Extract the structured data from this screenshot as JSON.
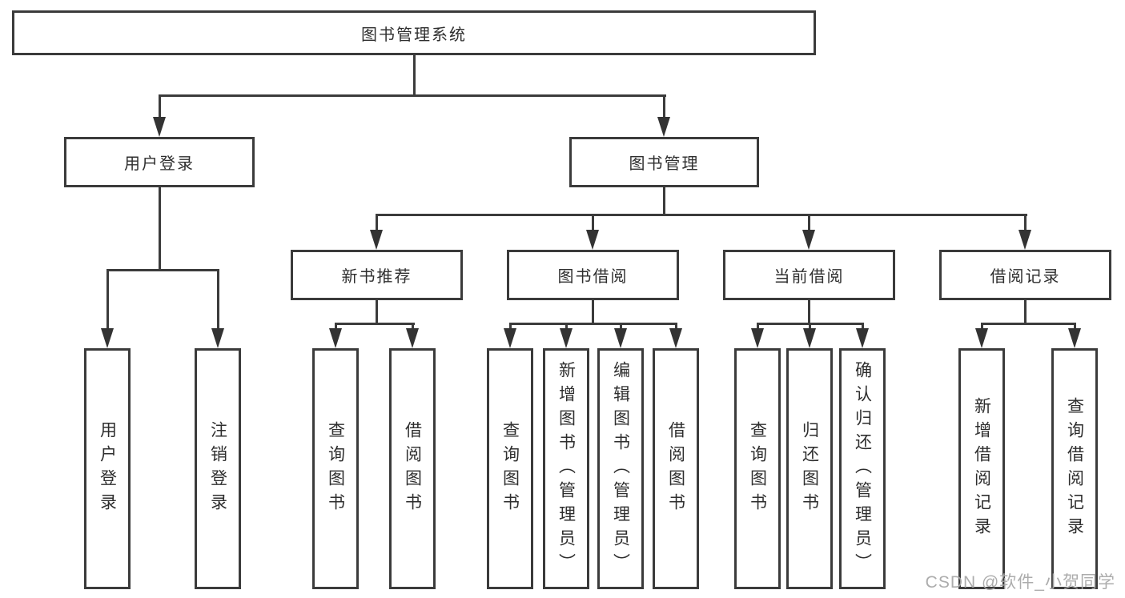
{
  "tree": {
    "label": "图书管理系统",
    "children": [
      {
        "label": "用户登录",
        "children": [
          {
            "label": "用户登录"
          },
          {
            "label": "注销登录"
          }
        ]
      },
      {
        "label": "图书管理",
        "children": [
          {
            "label": "新书推荐",
            "children": [
              {
                "label": "查询图书"
              },
              {
                "label": "借阅图书"
              }
            ]
          },
          {
            "label": "图书借阅",
            "children": [
              {
                "label": "查询图书"
              },
              {
                "label": "新增图书（管理员）"
              },
              {
                "label": "编辑图书（管理员）"
              },
              {
                "label": "借阅图书"
              }
            ]
          },
          {
            "label": "当前借阅",
            "children": [
              {
                "label": "查询图书"
              },
              {
                "label": "归还图书"
              },
              {
                "label": "确认归还（管理员）"
              }
            ]
          },
          {
            "label": "借阅记录",
            "children": [
              {
                "label": "新增借阅记录"
              },
              {
                "label": "查询借阅记录"
              }
            ]
          }
        ]
      }
    ]
  },
  "watermark": {
    "text": "CSDN @软件_小贺同学"
  },
  "colors": {
    "line": "#3b3b3b",
    "box_border": "#3b3b3b",
    "text": "#2e2e2e",
    "watermark": "#a8a8a8",
    "background": "#ffffff"
  }
}
